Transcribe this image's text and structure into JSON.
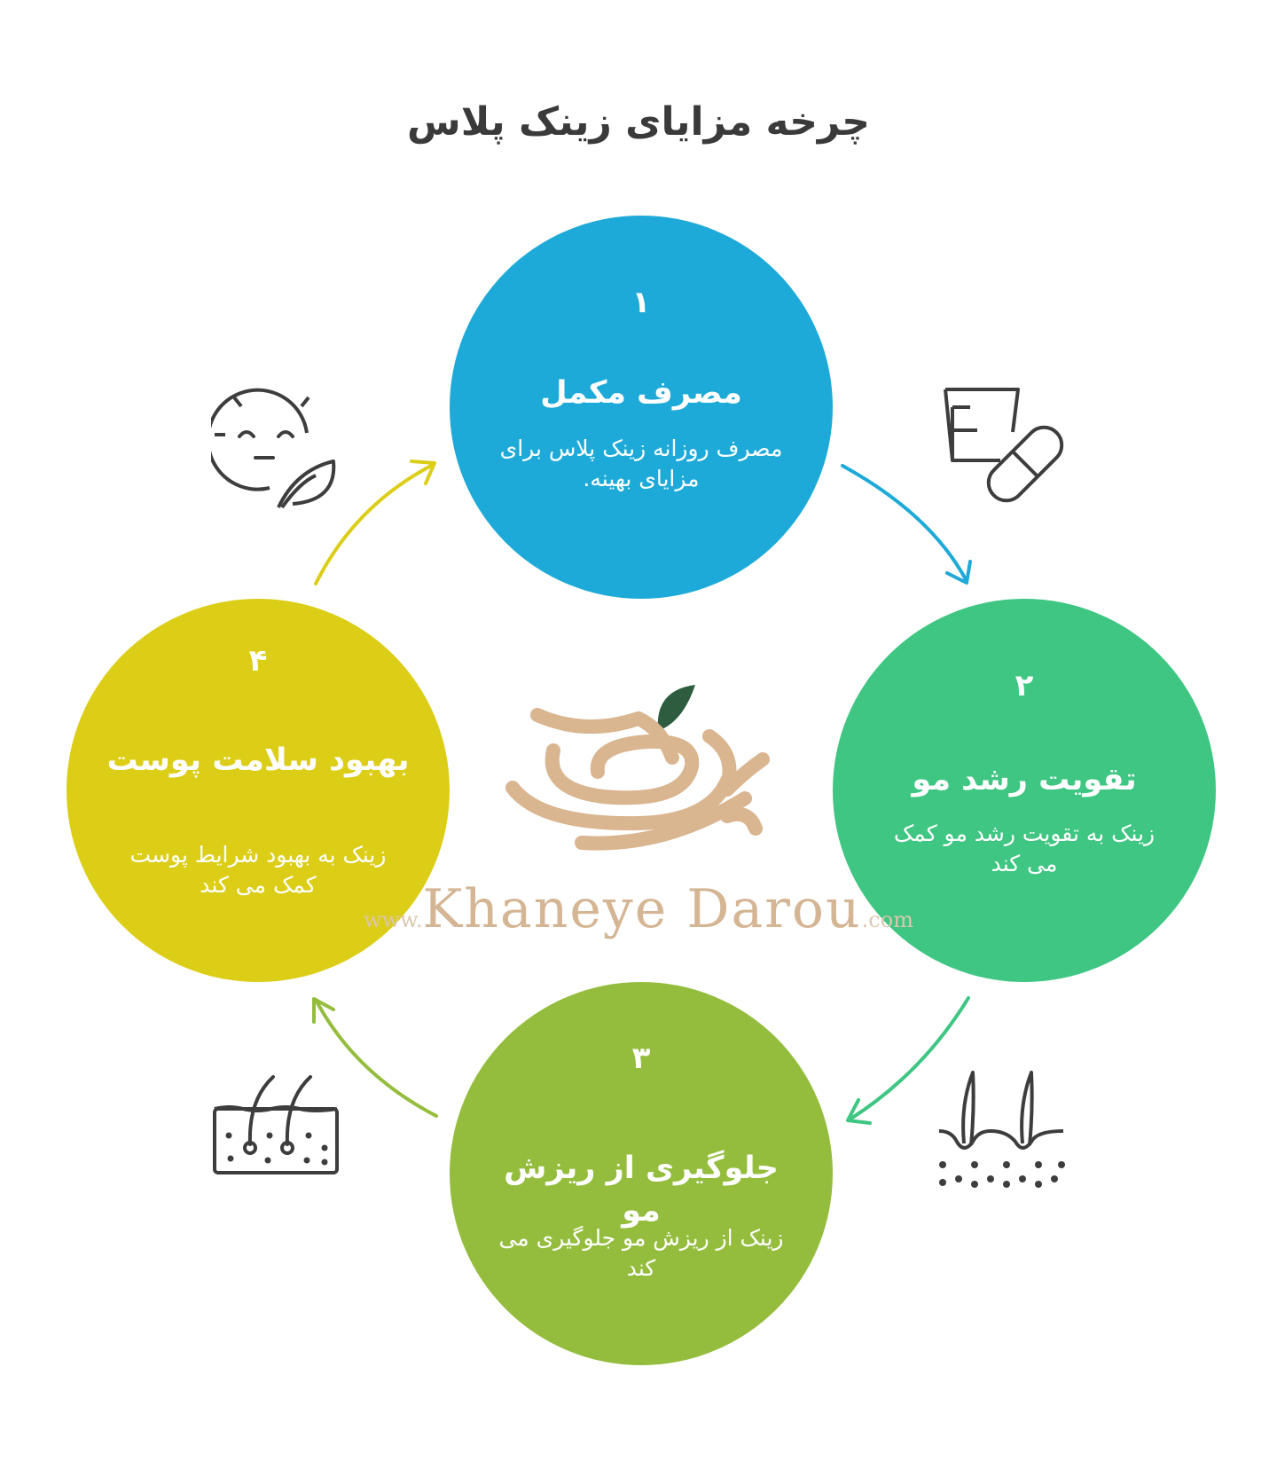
{
  "title": "چرخه مزایای زینک پلاس",
  "steps": [
    {
      "num": "۱",
      "head": "مصرف مکمل",
      "desc": "مصرف روزانه زینک پلاس برای مزایای بهینه.",
      "color": "#1eaad9",
      "icon": "cup-and-pill-icon"
    },
    {
      "num": "۲",
      "head": "تقویت رشد مو",
      "desc": "زینک به تقویت رشد مو کمک می کند",
      "color": "#3ec682",
      "icon": "hair-follicle-icon"
    },
    {
      "num": "۳",
      "head": "جلوگیری از ریزش مو",
      "desc": "زینک از ریزش مو جلوگیری می کند",
      "color": "#94bd3d",
      "icon": "scalp-hair-icon"
    },
    {
      "num": "۴",
      "head": "بهبود سلامت پوست",
      "desc": "زینک به بهبود شرایط پوست کمک می کند",
      "color": "#dccd16",
      "icon": "face-leaf-icon"
    }
  ],
  "watermark": {
    "prefix": "www.",
    "name": "Khaneye Darou",
    "suffix": ".com",
    "color": "#d4b594"
  }
}
